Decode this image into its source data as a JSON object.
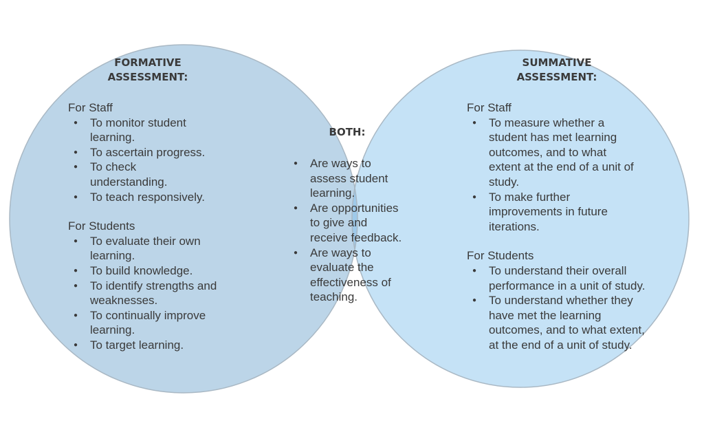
{
  "colors": {
    "left_circle": "#bcd5e8",
    "right_circle": "#c5e2f6",
    "overlap": "#9fcaea",
    "outline": "#a9b8c4",
    "text": "#3a3a3a"
  },
  "formative": {
    "title_line1": "FORMATIVE",
    "title_line2": "ASSESSMENT:",
    "staff_label": "For Staff",
    "staff_items": [
      "To monitor student learning.",
      "To ascertain progress.",
      "To check understanding.",
      "To teach responsively."
    ],
    "students_label": "For Students",
    "students_items": [
      "To evaluate their own learning.",
      "To build knowledge.",
      "To identify strengths and weaknesses.",
      "To continually improve learning.",
      "To target learning."
    ]
  },
  "both": {
    "title": "BOTH:",
    "items": [
      "Are ways to assess student learning.",
      "Are opportunities to give and receive feedback.",
      "Are ways to evaluate the effectiveness of teaching."
    ]
  },
  "summative": {
    "title_line1": "SUMMATIVE",
    "title_line2": "ASSESSMENT:",
    "staff_label": "For Staff",
    "staff_items": [
      "To measure whether a student has met learning outcomes, and to what extent at the end of a unit of study.",
      "To make further improvements in future iterations."
    ],
    "students_label": "For Students",
    "students_items": [
      "To understand their overall performance in a unit of study.",
      "To understand whether they have met the learning outcomes, and to what extent, at the end of a unit of study."
    ]
  }
}
